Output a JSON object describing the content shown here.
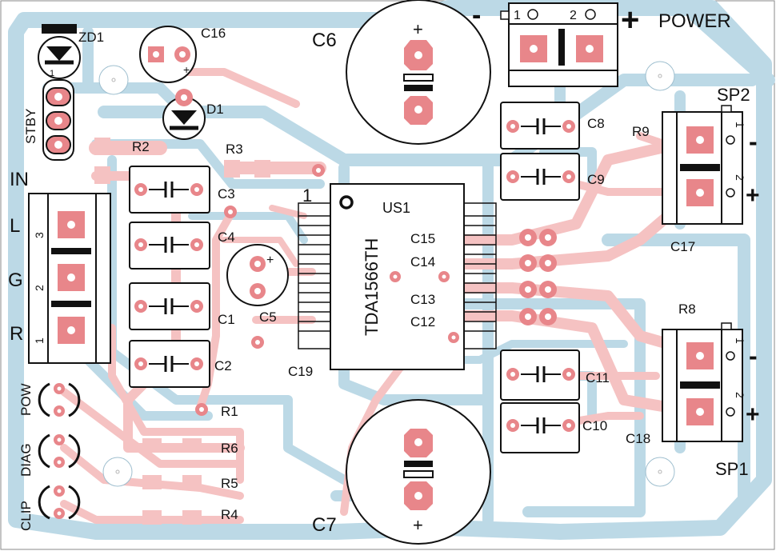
{
  "board": {
    "power_label": "POWER",
    "power_minus": "-",
    "power_plus": "+",
    "power_pin1": "1",
    "power_pin2": "2",
    "in_label": "IN",
    "stby_label": "STBY",
    "sp1_label": "SP1",
    "sp2_label": "SP2",
    "sp_minus": "-",
    "sp_plus": "+",
    "sp_pin1": "1",
    "sp_pin2": "2",
    "input_channels": [
      "L",
      "G",
      "R"
    ],
    "input_pins": [
      "3",
      "2",
      "1"
    ],
    "led_labels": [
      "POW",
      "DIAG",
      "CLIP"
    ],
    "ic_name": "TDA1566TH",
    "ic_ref": "US1",
    "ic_pin1": "1",
    "cap_plus": "+"
  },
  "components": {
    "zd1": "ZD1",
    "d1": "D1",
    "c16": "C16",
    "c6": "C6",
    "c7": "C7",
    "c1": "C1",
    "c2": "C2",
    "c3": "C3",
    "c4": "C4",
    "c5": "C5",
    "c8": "C8",
    "c9": "C9",
    "c10": "C10",
    "c11": "C11",
    "c12": "C12",
    "c13": "C13",
    "c14": "C14",
    "c15": "C15",
    "c17": "C17",
    "c18": "C18",
    "c19": "C19",
    "r1": "R1",
    "r2": "R2",
    "r3": "R3",
    "r4": "R4",
    "r5": "R5",
    "r6": "R6",
    "r8": "R8",
    "r9": "R9"
  },
  "colors": {
    "bottom_copper": "#bcd9e6",
    "top_copper": "#f5c2c2",
    "pad": "#e8868a",
    "silkscreen": "#111111"
  }
}
